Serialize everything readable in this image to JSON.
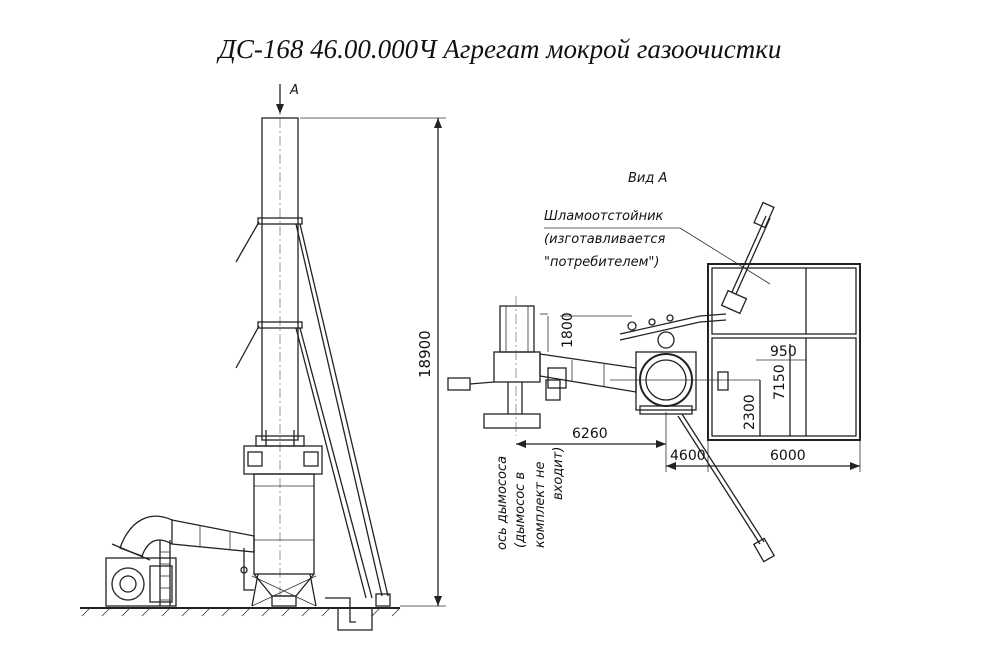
{
  "title": "ДС-168 46.00.000Ч Агрегат мокрой газоочистки",
  "view_mark": "А",
  "view_label": "Вид А",
  "sludge_note": [
    "Шламоотстойник",
    "(изготавливается",
    "\"потребителем\")"
  ],
  "fan_axis_note": [
    "ось дымососа",
    "(дымосос в",
    "комплект не",
    "входит)"
  ],
  "dimensions": {
    "height": "18900",
    "d1800": "1800",
    "d6260": "6260",
    "d4600": "4600",
    "d6000": "6000",
    "d950": "950",
    "d2300": "2300",
    "d7150": "7150"
  }
}
